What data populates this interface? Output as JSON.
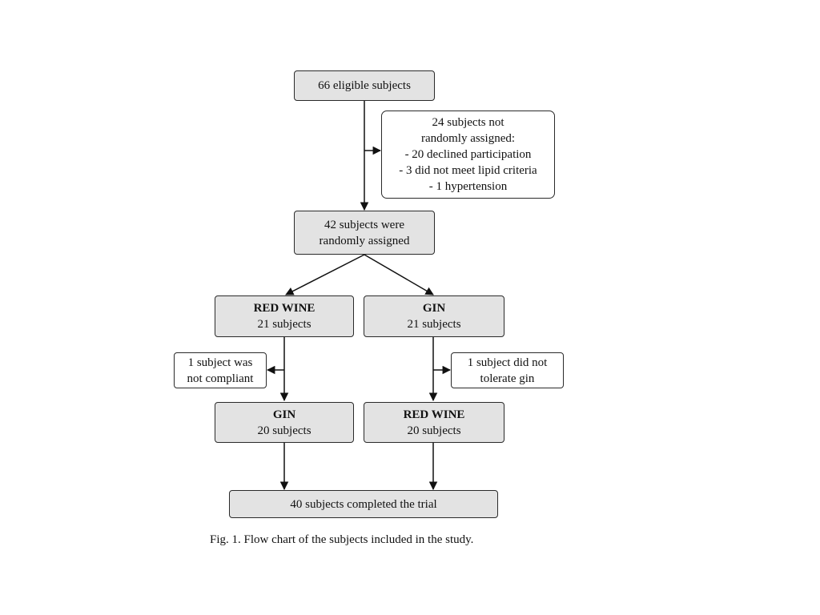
{
  "flowchart": {
    "eligible": "66 eligible subjects",
    "excluded": {
      "lines": [
        "24 subjects not",
        "randomly assigned:",
        "- 20 declined participation",
        "- 3 did not meet lipid criteria",
        "- 1 hypertension"
      ]
    },
    "randomized": {
      "lines": [
        "42 subjects were",
        "randomly assigned"
      ]
    },
    "arm_left_1": {
      "title": "RED WINE",
      "count": "21 subjects"
    },
    "arm_right_1": {
      "title": "GIN",
      "count": "21 subjects"
    },
    "dropout_left": {
      "lines": [
        "1 subject was",
        "not compliant"
      ]
    },
    "dropout_right": {
      "lines": [
        "1 subject did not",
        "tolerate gin"
      ]
    },
    "arm_left_2": {
      "title": "GIN",
      "count": "20 subjects"
    },
    "arm_right_2": {
      "title": "RED WINE",
      "count": "20 subjects"
    },
    "completed": "40 subjects completed the trial"
  },
  "caption": "Fig. 1. Flow chart of the subjects included in the study."
}
